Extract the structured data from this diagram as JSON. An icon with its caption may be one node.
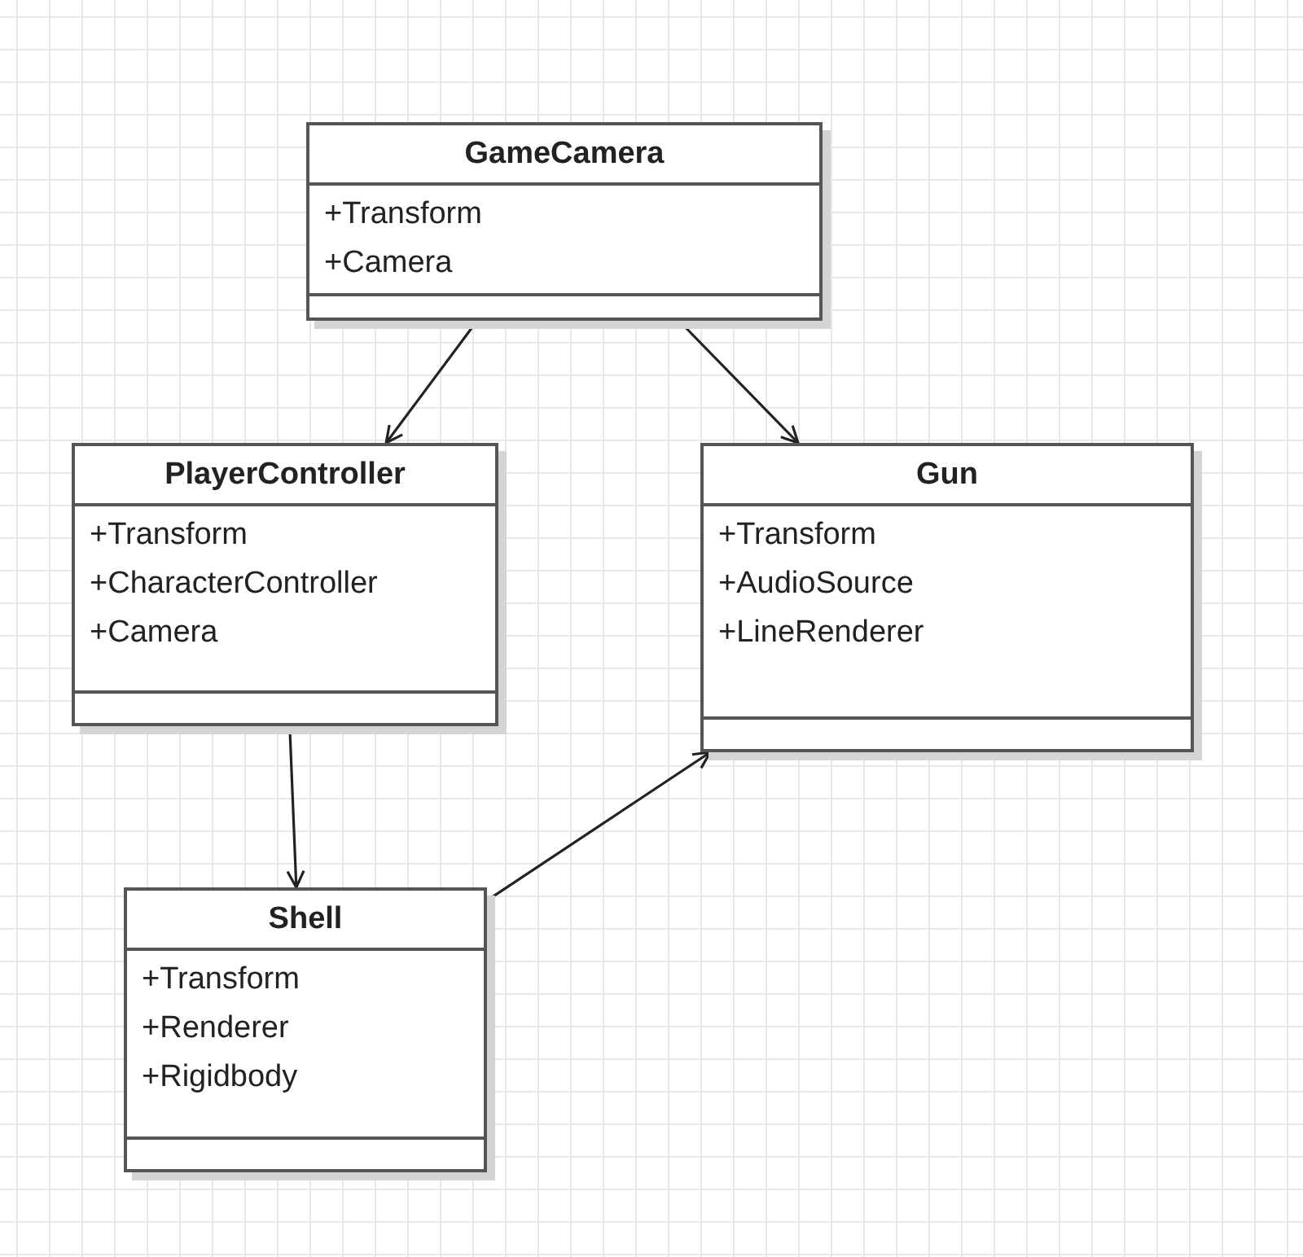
{
  "diagram": {
    "nodes": [
      {
        "text": [
          "GameCamera",
          "+Transform",
          "+Camera"
        ]
      },
      {
        "text": [
          "PlayerController",
          "+Transform",
          "+CharacterController",
          "+Camera"
        ]
      },
      {
        "text": [
          "Gun",
          "+Transform",
          "+AudioSource",
          "+LineRenderer"
        ]
      },
      {
        "text": [
          "Shell",
          "+Transform",
          "+Renderer",
          "+Rigidbody"
        ]
      }
    ],
    "edges": [
      {
        "from": 0,
        "to": 1,
        "arrow": "to"
      },
      {
        "from": 0,
        "to": 2,
        "arrow": "to"
      },
      {
        "from": 1,
        "to": 3,
        "arrow": "to"
      },
      {
        "from": 3,
        "to": 2,
        "arrow": "to"
      }
    ]
  }
}
